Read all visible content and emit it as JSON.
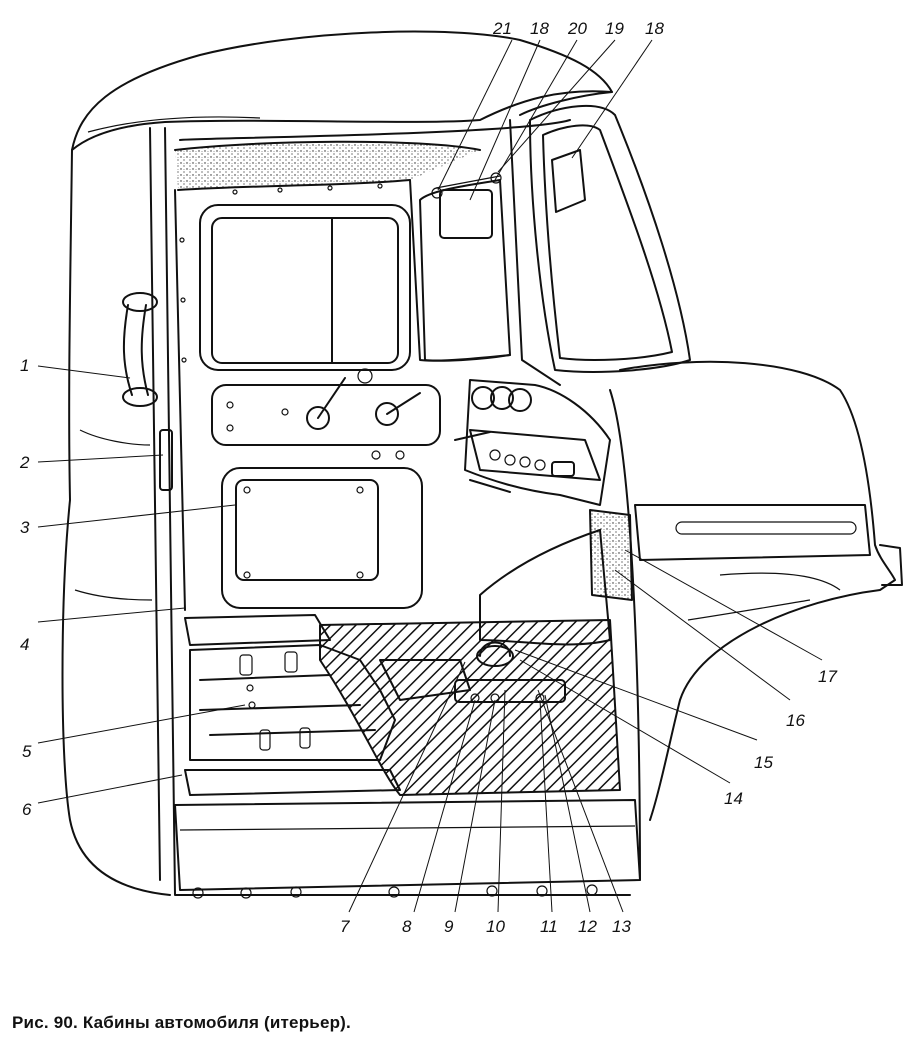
{
  "figure": {
    "caption": "Рис. 90. Кабины автомобиля (итерьер).",
    "callouts": [
      "1",
      "2",
      "3",
      "4",
      "5",
      "6",
      "7",
      "8",
      "9",
      "10",
      "11",
      "12",
      "13",
      "14",
      "15",
      "16",
      "17",
      "18",
      "18",
      "19",
      "20",
      "21"
    ]
  }
}
